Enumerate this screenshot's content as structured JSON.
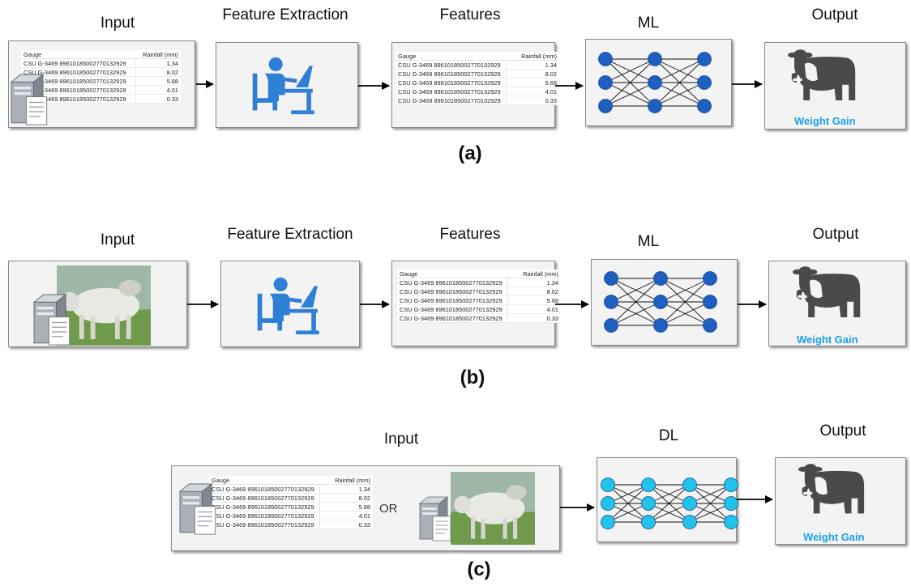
{
  "labels": {
    "input": "Input",
    "feature_extraction": "Feature Extraction",
    "features": "Features",
    "ml": "ML",
    "dl": "DL",
    "output": "Output",
    "or": "OR",
    "weight_gain": "Weight Gain"
  },
  "panels": {
    "a": "(a)",
    "b": "(b)",
    "c": "(c)"
  },
  "table": {
    "header_gauge": "Gauge",
    "header_rainfall": "Rainfall (mm)",
    "rows": [
      {
        "gauge": "CSU G-3469 89610185002770132929",
        "value": "1.34"
      },
      {
        "gauge": "CSU G-3469 89610185002770132929",
        "value": "8.02"
      },
      {
        "gauge": "CSU G-3469 89610185002770132929",
        "value": "5.68"
      },
      {
        "gauge": "CSU G-3469 89610185002770132929",
        "value": "4.01"
      },
      {
        "gauge": "CSU G-3469 89610185002770132929",
        "value": "0.33"
      }
    ]
  },
  "colors": {
    "person_icon": "#2f7fd6",
    "ml_node": "#1f5fbf",
    "dl_node": "#22c3ea",
    "cow": "#4a4a4a",
    "weight_gain_text": "#1aa0e8"
  }
}
